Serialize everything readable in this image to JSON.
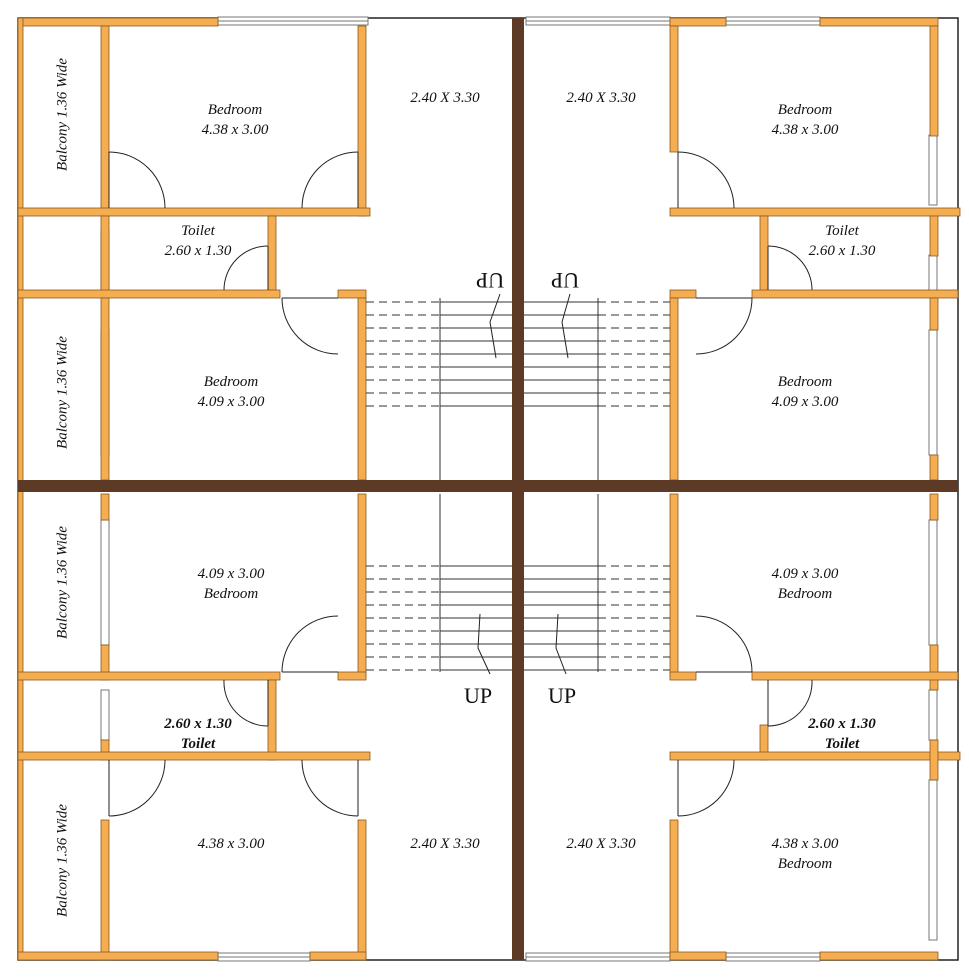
{
  "colors": {
    "wall": "#f5ad52",
    "wall_edge": "#7a4a12",
    "party_wall": "#5c3a26",
    "line": "#222222",
    "dash": "#333333",
    "window": "#9a9a9a"
  },
  "labels": {
    "tl_bedroom": "Bedroom",
    "tl_bedroom_size": "4.38 x 3.00",
    "tl_toilet": "Toilet",
    "tl_toilet_size": "2.60 x 1.30",
    "tl_bedroom2": "Bedroom",
    "tl_bedroom2_size": "4.09 x 3.00",
    "tr_bedroom": "Bedroom",
    "tr_bedroom_size": "4.38 x 3.00",
    "tr_toilet": "Toilet",
    "tr_toilet_size": "2.60 x 1.30",
    "tr_bedroom2": "Bedroom",
    "tr_bedroom2_size": "4.09 x 3.00",
    "bl_bedroom_size": "4.09 x 3.00",
    "bl_bedroom": "Bedroom",
    "bl_toilet_size": "2.60 x 1.30",
    "bl_toilet": "Toilet",
    "bl_room_size": "4.38 x 3.00",
    "br_bedroom_size": "4.09 x 3.00",
    "br_bedroom": "Bedroom",
    "br_toilet_size": "2.60 x 1.30",
    "br_toilet": "Toilet",
    "br_room_size": "4.38 x 3.00",
    "br_room": "Bedroom",
    "lobby_tl": "2.40 X 3.30",
    "lobby_tr": "2.40 X 3.30",
    "lobby_bl": "2.40 X 3.30",
    "lobby_br": "2.40 X 3.30",
    "balcony_1": "Balcony 1.36 Wide",
    "balcony_2": "Balcony 1.36 Wide",
    "balcony_3": "Balcony 1.36 Wide",
    "balcony_4": "Balcony 1.36 Wide",
    "up_tl": "UP",
    "up_tr": "UP",
    "up_bl": "UP",
    "up_br": "UP"
  }
}
